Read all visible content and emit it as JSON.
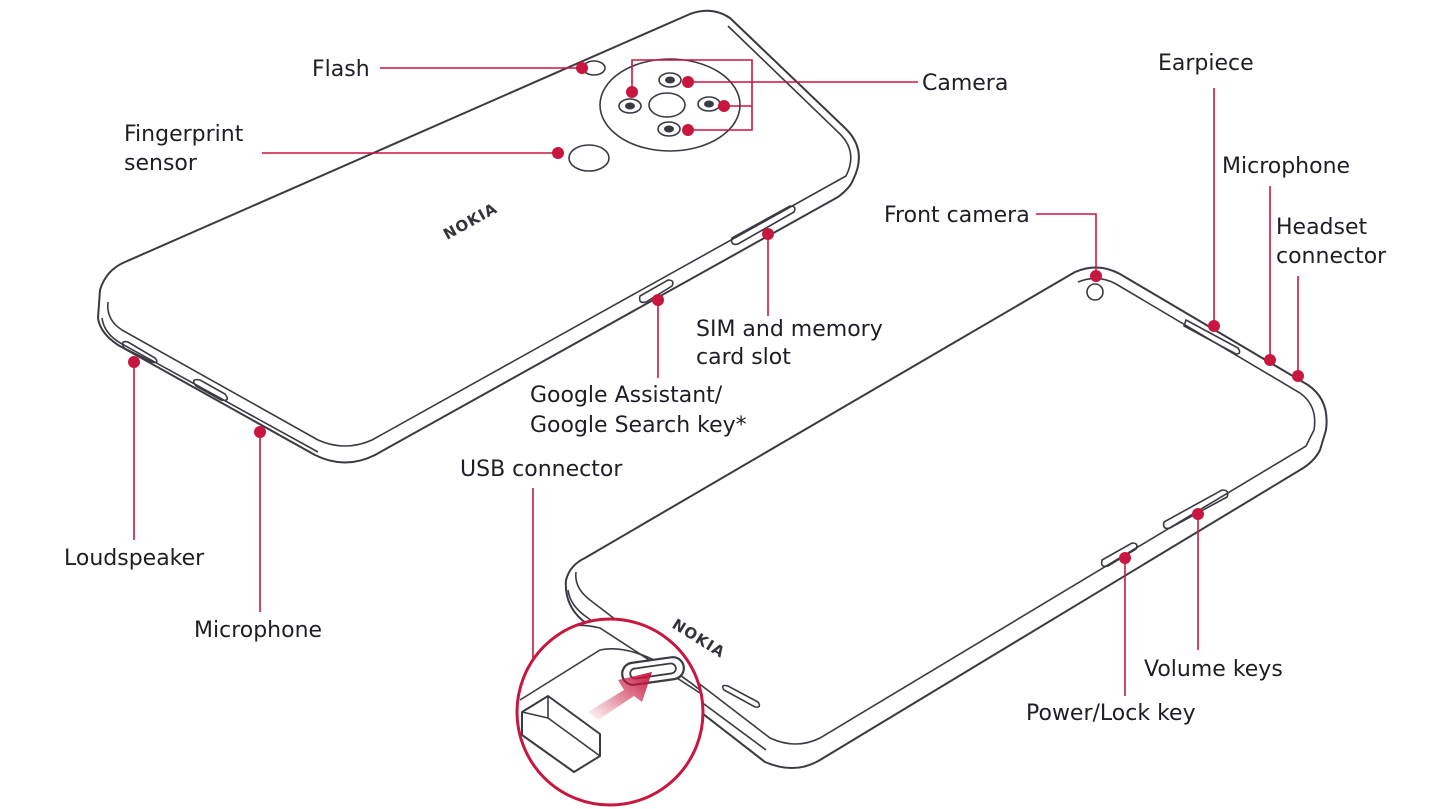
{
  "colors": {
    "accent": "#c8173f",
    "outline": "#3a3a44",
    "text": "#1e1e28"
  },
  "back": {
    "brand": "NOKIA",
    "labels": {
      "flash": "Flash",
      "camera": "Camera",
      "fingerprint_1": "Fingerprint",
      "fingerprint_2": "sensor",
      "sim_1": "SIM and memory",
      "sim_2": "card slot",
      "assistant_1": "Google Assistant/",
      "assistant_2": "Google Search key*",
      "loudspeaker": "Loudspeaker",
      "microphone": "Microphone"
    }
  },
  "front": {
    "brand": "NOKIA",
    "labels": {
      "earpiece": "Earpiece",
      "microphone": "Microphone",
      "headset_1": "Headset",
      "headset_2": "connector",
      "front_camera": "Front camera",
      "usb": "USB connector",
      "volume": "Volume keys",
      "power": "Power/Lock key"
    }
  }
}
